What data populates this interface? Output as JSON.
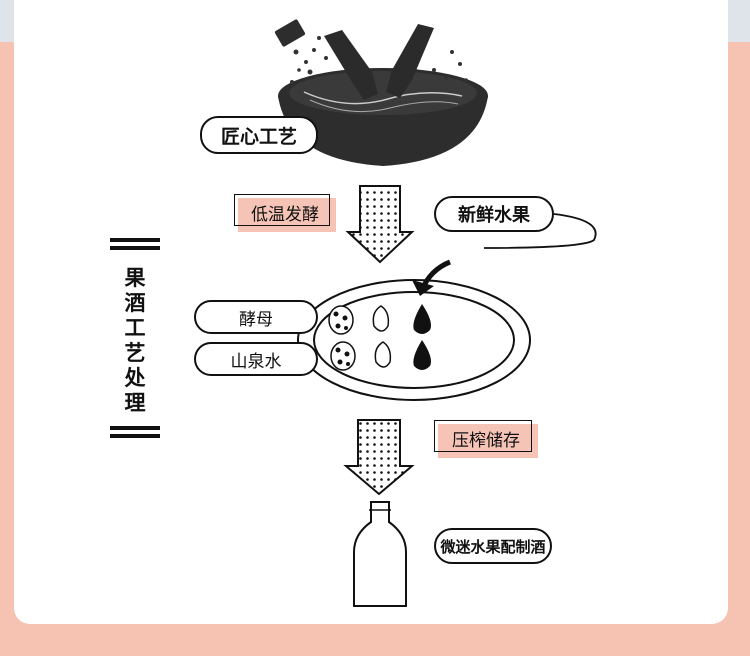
{
  "nodes": {
    "craft": "匠心工艺",
    "fermentation": "低温发酵",
    "fresh_fruit": "新鲜水果",
    "yeast": "酵母",
    "spring_water": "山泉水",
    "press_store": "压榨储存",
    "product": "微迷水果配制酒"
  },
  "side_title": "果酒工艺处理",
  "colors": {
    "background": "#f6c3b2",
    "card": "#ffffff",
    "highlight": "#f6c4b6",
    "ink": "#111111"
  },
  "icons": [
    "mixing-bowl-icon",
    "hands-icon",
    "berry-icon",
    "seed-icon",
    "drop-icon",
    "bottle-icon",
    "dotted-arrow-icon",
    "curved-arrow-icon"
  ]
}
